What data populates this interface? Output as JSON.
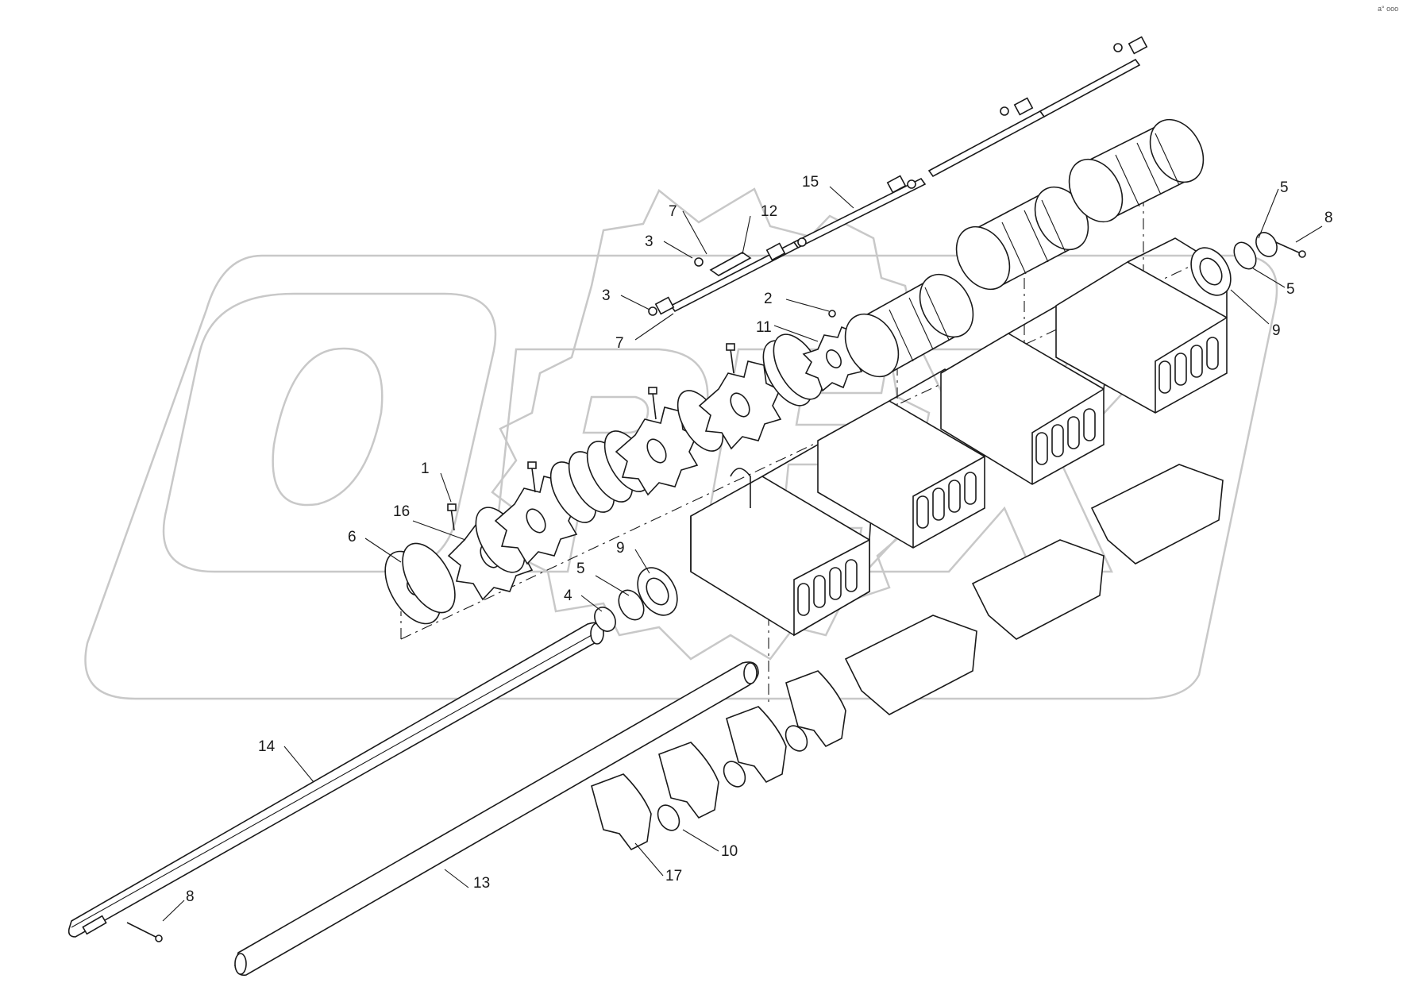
{
  "corner_mark": "a° ooo",
  "watermark": {
    "text": "OPEX",
    "color": "#c8c8c8"
  },
  "callouts": [
    {
      "id": "c1",
      "label": "1"
    },
    {
      "id": "c16",
      "label": "16"
    },
    {
      "id": "c6",
      "label": "6"
    },
    {
      "id": "c2",
      "label": "2"
    },
    {
      "id": "c11",
      "label": "11"
    },
    {
      "id": "c3a",
      "label": "3"
    },
    {
      "id": "c3b",
      "label": "3"
    },
    {
      "id": "c7a",
      "label": "7"
    },
    {
      "id": "c7b",
      "label": "7"
    },
    {
      "id": "c12",
      "label": "12"
    },
    {
      "id": "c15",
      "label": "15"
    },
    {
      "id": "c5a",
      "label": "5"
    },
    {
      "id": "c5b",
      "label": "5"
    },
    {
      "id": "c5c",
      "label": "5"
    },
    {
      "id": "c8a",
      "label": "8"
    },
    {
      "id": "c8b",
      "label": "8"
    },
    {
      "id": "c9a",
      "label": "9"
    },
    {
      "id": "c9b",
      "label": "9"
    },
    {
      "id": "c4",
      "label": "4"
    },
    {
      "id": "c14",
      "label": "14"
    },
    {
      "id": "c13",
      "label": "13"
    },
    {
      "id": "c10",
      "label": "10"
    },
    {
      "id": "c17",
      "label": "17"
    }
  ]
}
